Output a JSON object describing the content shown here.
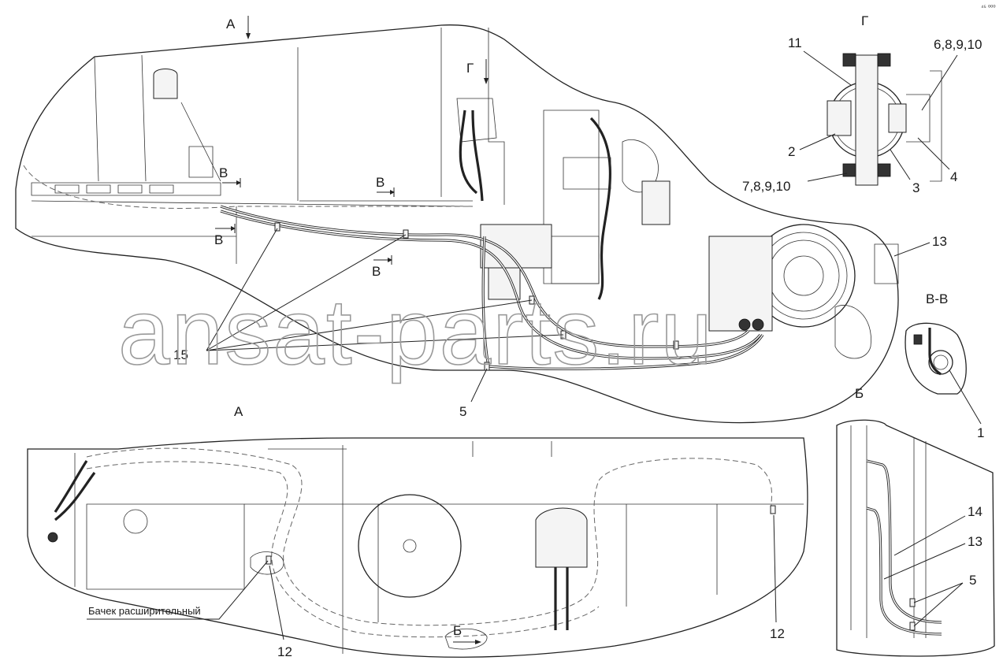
{
  "views": {
    "main_view_arrow": "А",
    "top_detail_title": "Г",
    "top_detail_arrow": "Г",
    "section_title": "В-В",
    "section_mark_1": "В",
    "section_mark_2": "В",
    "section_mark_3": "В",
    "section_mark_4": "В",
    "bottom_view_title": "А",
    "right_detail_title": "Б",
    "bottom_view_arrow": "Б"
  },
  "callouts": {
    "c_6_8_9_10": "6,8,9,10",
    "c_11": "11",
    "c_2": "2",
    "c_4": "4",
    "c_3": "3",
    "c_7_8_9_10": "7,8,9,10",
    "c_13_top": "13",
    "c_15": "15",
    "c_5_main": "5",
    "c_1": "1",
    "c_14": "14",
    "c_13_right": "13",
    "c_5_right": "5",
    "c_12_left": "12",
    "c_12_right": "12"
  },
  "notes": {
    "expansion_tank": "Бачек расширительный"
  },
  "watermark": "ansat-parts.ru",
  "corner_mark": "⁴⁵ ⁰⁰⁰"
}
